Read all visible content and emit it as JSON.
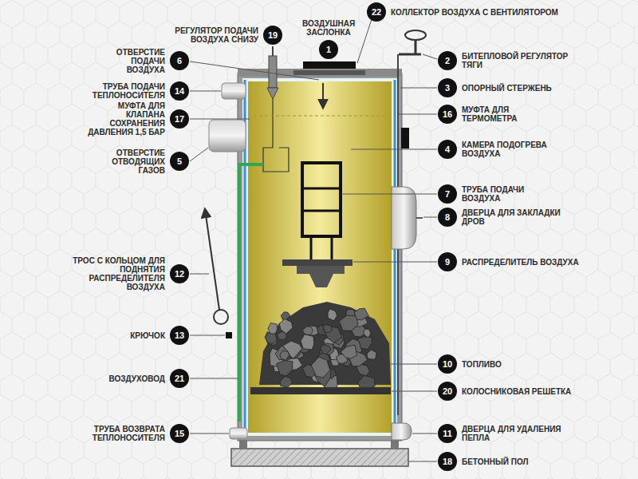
{
  "diagram": {
    "nodes": [
      {
        "text": [
          "22",
          "КОЛЛЕКТОР ВОЗДУХА С ВЕНТИЛЯТОРОМ"
        ]
      },
      {
        "text": [
          "19",
          "РЕГУЛЯТОР ПОДАЧИ ВОЗДУХА СНИЗУ"
        ]
      },
      {
        "text": [
          "1",
          "ВОЗДУШНАЯ ЗАСЛОНКА"
        ]
      },
      {
        "text": [
          "6",
          "ОТВЕРСТИЕ ПОДАЧИ ВОЗДУХА"
        ]
      },
      {
        "text": [
          "2",
          "БИТЕПЛОВОЙ РЕГУЛЯТОР ТЯГИ"
        ]
      },
      {
        "text": [
          "3",
          "ОПОРНЫЙ СТЕРЖЕНЬ"
        ]
      },
      {
        "text": [
          "14",
          "ТРУБА ПОДАЧИ ТЕПЛОНОСИТЕЛЯ"
        ]
      },
      {
        "text": [
          "17",
          "МУФТА ДЛЯ КЛАПАНА СОХРАНЕНИЯ ДАВЛЕНИЯ 1,5 БАР"
        ]
      },
      {
        "text": [
          "16",
          "МУФТА ДЛЯ ТЕРМОМЕТРА"
        ]
      },
      {
        "text": [
          "4",
          "КАМЕРА ПОДОГРЕВА ВОЗДУХА"
        ]
      },
      {
        "text": [
          "5",
          "ОТВЕРСТИЕ ОТВОДЯЩИХ ГАЗОВ"
        ]
      },
      {
        "text": [
          "7",
          "ТРУБА ПОДАЧИ ВОЗДУХА"
        ]
      },
      {
        "text": [
          "8",
          "ДВЕРЦА ДЛЯ ЗАКЛАДКИ ДРОВ"
        ]
      },
      {
        "text": [
          "9",
          "РАСПРЕДЕЛИТЕЛЬ ВОЗДУХА"
        ]
      },
      {
        "text": [
          "12",
          "ТРОС С КОЛЬЦОМ ДЛЯ ПОДНЯТИЯ РАСПРЕДЕЛИТЕЛЯ ВОЗДУХА"
        ]
      },
      {
        "text": [
          "13",
          "КРЮЧОК"
        ]
      },
      {
        "text": [
          "10",
          "ТОПЛИВО"
        ]
      },
      {
        "text": [
          "21",
          "ВОЗДУХОВОД"
        ]
      },
      {
        "text": [
          "20",
          "КОЛОСНИКОВАЯ РЕШЕТКА"
        ]
      },
      {
        "text": [
          "15",
          "ТРУБА ВОЗВРАТА ТЕПЛОНОСИТЕЛЯ"
        ]
      },
      {
        "text": [
          "11",
          "ДВЕРЦА ДЛЯ УДАЛЕНИЯ ПЕПЛА"
        ]
      },
      {
        "text": [
          "18",
          "БЕТОННЫЙ ПОЛ"
        ]
      }
    ]
  }
}
